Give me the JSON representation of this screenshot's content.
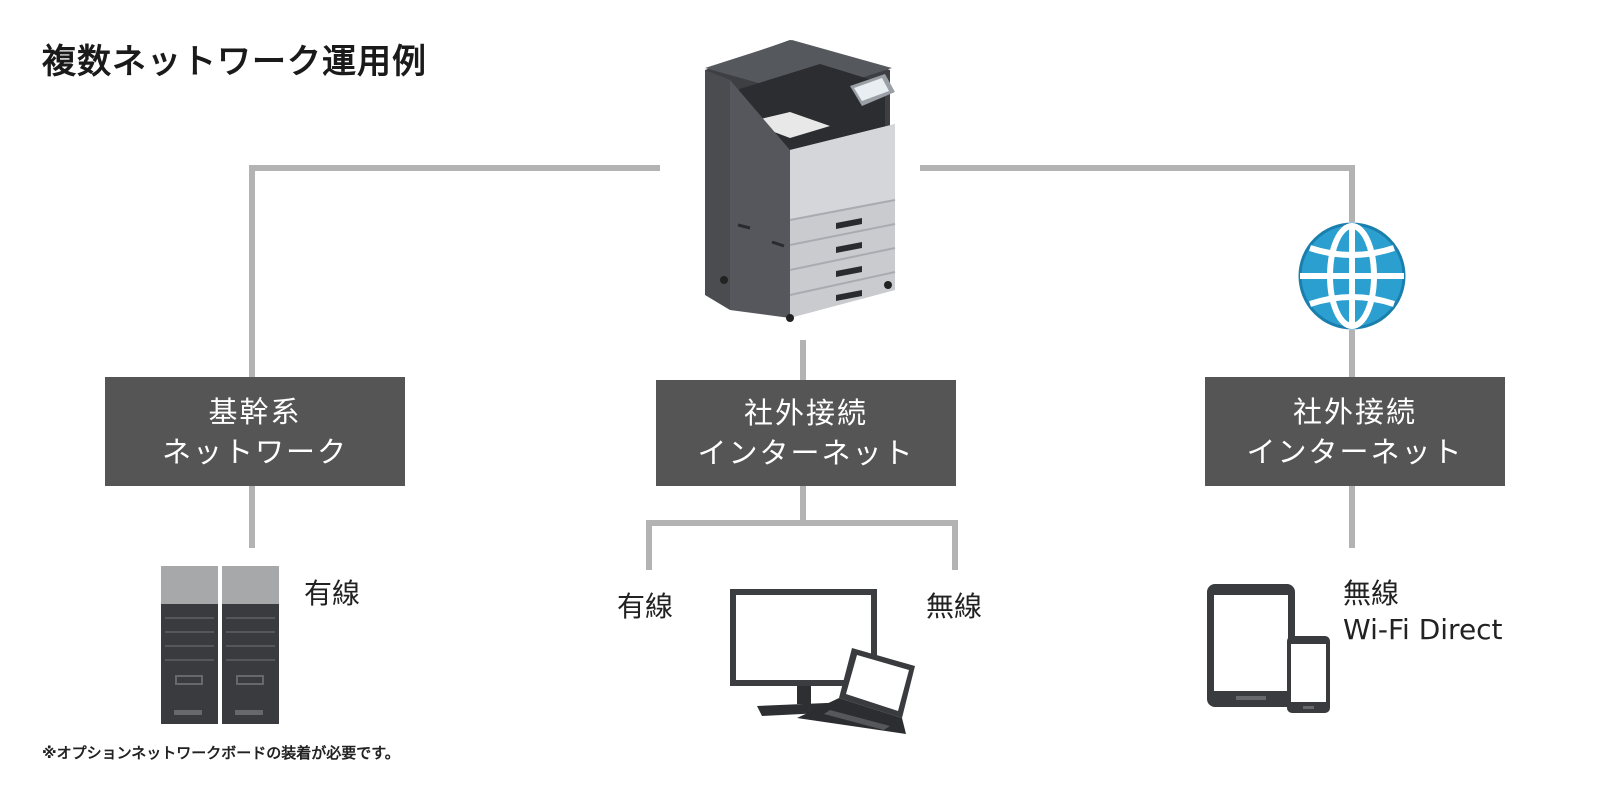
{
  "title": "複数ネットワーク運用例",
  "footnote": "※オプションネットワークボードの装着が必要です。",
  "networks": [
    {
      "line1": "基幹系",
      "line2": "ネットワーク"
    },
    {
      "line1": "社外接続",
      "line2": "インターネット"
    },
    {
      "line1": "社外接続",
      "line2": "インターネット"
    }
  ],
  "labels": {
    "left_wired": "有線",
    "center_wired": "有線",
    "center_wireless": "無線",
    "right_wireless": "無線",
    "right_wifi_direct": "Wi-Fi Direct"
  },
  "icons": {
    "printer": "mfp-printer-icon",
    "globe": "globe-icon",
    "servers": "server-tower-icon",
    "monitor": "desktop-monitor-icon",
    "laptop": "laptop-icon",
    "tablet": "tablet-icon",
    "phone": "smartphone-icon"
  },
  "colors": {
    "connector": "#b3b3b3",
    "box": "#555555",
    "globe": "#2a9fd0"
  }
}
